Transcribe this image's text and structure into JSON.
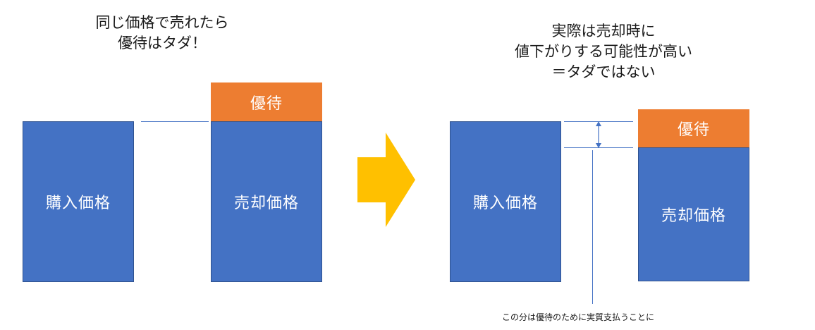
{
  "left": {
    "caption_line1": "同じ価格で売れたら",
    "caption_line2": "優待はタダ！",
    "purchase_label": "購入価格",
    "benefit_label": "優待",
    "sale_label": "売却価格"
  },
  "right": {
    "caption_line1": "実際は売却時に",
    "caption_line2": "値下がりする可能性が高い",
    "caption_line3": "＝タダではない",
    "purchase_label": "購入価格",
    "benefit_label": "優待",
    "sale_label": "売却価格",
    "note": "この分は優待のために実質支払うことに"
  },
  "colors": {
    "blue": "#4472c4",
    "orange": "#ed7d31",
    "arrow": "#ffc000"
  },
  "icons": {
    "transition": "arrow-right-icon",
    "measure": "double-arrow-icon"
  }
}
